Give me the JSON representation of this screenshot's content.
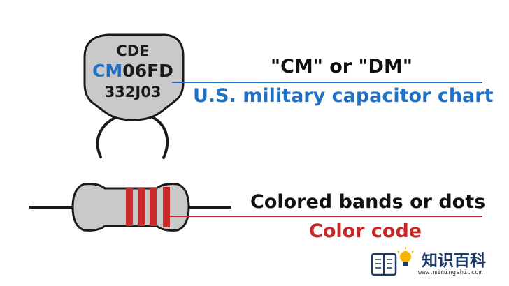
{
  "capacitor": {
    "marking_line1": "CDE",
    "marking_prefix": "CM",
    "marking_suffix": "06FD",
    "marking_line3": "332J03",
    "prefix_color": "#1f6fc5"
  },
  "labels": {
    "cm_title": "\"CM\" or \"DM\"",
    "cm_subtitle": "U.S. military capacitor chart",
    "band_title": "Colored bands or dots",
    "band_subtitle": "Color code"
  },
  "colors": {
    "body_gray": "#c9c9c9",
    "outline": "#1a1a1a",
    "accent_blue": "#1f6fc5",
    "accent_red": "#c62828",
    "band_red": "#cc2929"
  },
  "watermark": {
    "text": "知识百科",
    "url": "www.mimingshi.com",
    "icon": "book-lightbulb-icon"
  }
}
